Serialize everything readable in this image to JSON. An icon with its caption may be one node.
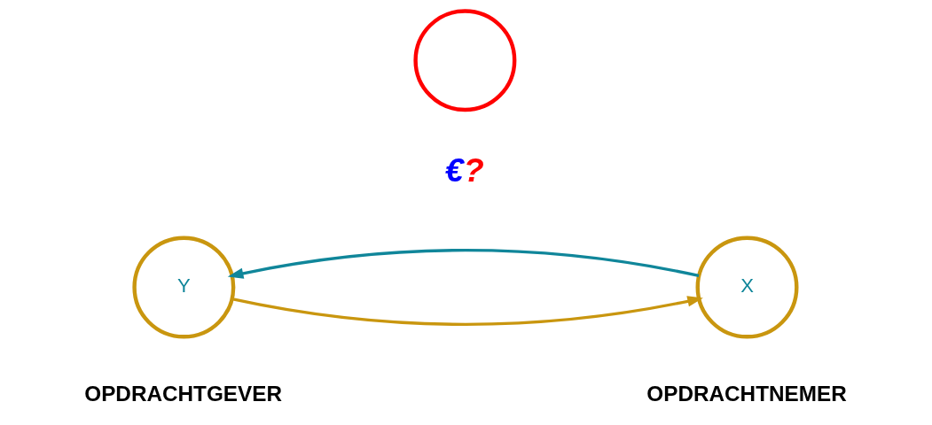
{
  "diagram": {
    "nodes": [
      {
        "text": [],
        "shape": "circle"
      },
      {
        "text": [
          "Y"
        ],
        "beside": [
          "OPDRACHTGEVER"
        ]
      },
      {
        "text": [
          "X"
        ],
        "beside": [
          "OPDRACHTNEMER"
        ]
      }
    ],
    "edges": [
      {
        "from": 1,
        "to": 2,
        "arrow": "to",
        "color": "#c9960f"
      },
      {
        "from": 2,
        "to": 1,
        "arrow": "to",
        "color": "#10869a"
      }
    ],
    "labels": [
      "€?"
    ]
  }
}
